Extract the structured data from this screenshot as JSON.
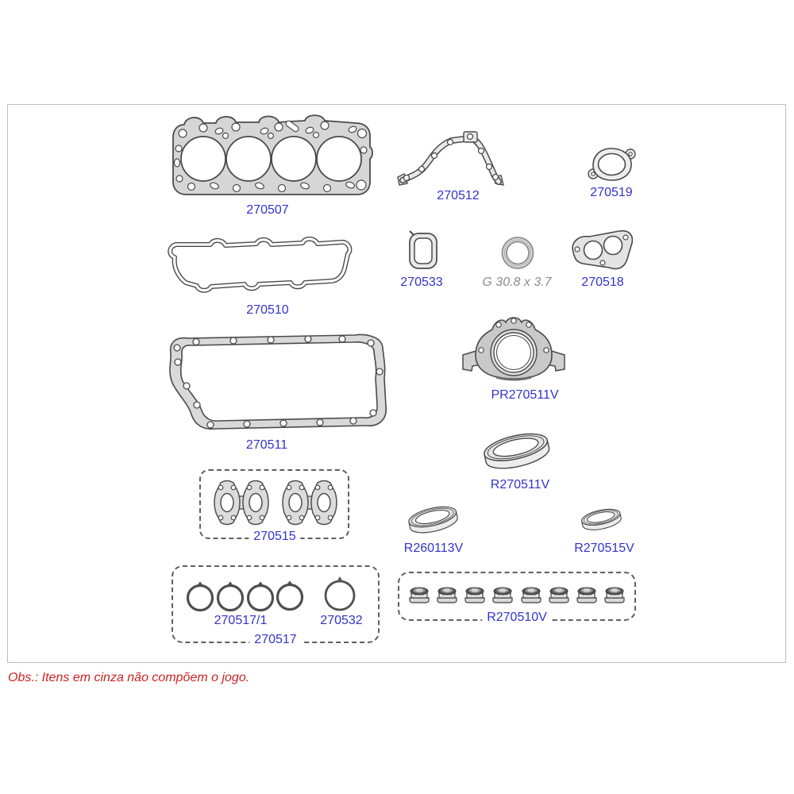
{
  "diagram": {
    "title_note": {
      "text": "Obs.: Itens em cinza não compõem o jogo."
    },
    "parts": {
      "head_gasket": {
        "label": "270507"
      },
      "timing_cover": {
        "label": "270512"
      },
      "small_flange": {
        "label": "270519"
      },
      "square_ring": {
        "label": "270533"
      },
      "oring": {
        "label": "G 30.8 x 3.7"
      },
      "exhaust_flange": {
        "label": "270518"
      },
      "valve_cover": {
        "label": "270510"
      },
      "rear_seal_housing": {
        "label": "PR270511V"
      },
      "oil_pan": {
        "label": "270511"
      },
      "crank_seal": {
        "label": "R270511V"
      },
      "manifold_group": {
        "label": "270515"
      },
      "seal_large": {
        "label": "R260113V"
      },
      "seal_small": {
        "label": "R270515V"
      },
      "rings_small": {
        "label": "270517/1"
      },
      "ring_large": {
        "label": "270532"
      },
      "rings_group": {
        "label": "270517"
      },
      "stem_seals_group": {
        "label": "R270510V"
      }
    },
    "colors": {
      "part_number_blue": "#3333cc",
      "gray_item_label": "#8c8c8c",
      "note_red": "#cc2222",
      "outline_dark": "#4a4a4a",
      "fill_gray": "#d6d6d6",
      "border_gray": "#bfbfbf"
    }
  }
}
